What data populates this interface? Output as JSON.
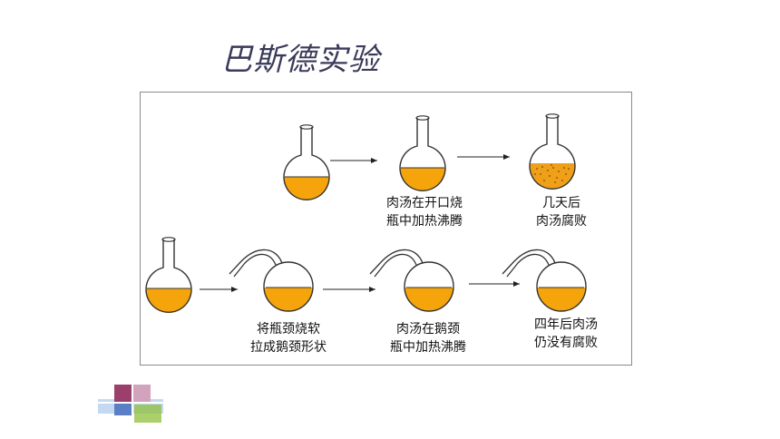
{
  "title": "巴斯德实验",
  "captions": {
    "top_step1": [
      "肉汤在开口烧",
      "瓶中加热沸腾"
    ],
    "top_step2": [
      "几天后",
      "肉汤腐败"
    ],
    "bottom_step1": [
      "将瓶颈烧软",
      "拉成鹅颈形状"
    ],
    "bottom_step2": [
      "肉汤在鹅颈",
      "瓶中加热沸腾"
    ],
    "bottom_step3": [
      "四年后肉汤",
      "仍没有腐败"
    ]
  },
  "colors": {
    "broth": "#f5a40c",
    "broth_spoiled": "#f0a018",
    "glass": "#333333",
    "accent_purple": "#9b3f6c",
    "accent_blue": "#5a7fc4",
    "accent_green": "#8fbf3a"
  }
}
